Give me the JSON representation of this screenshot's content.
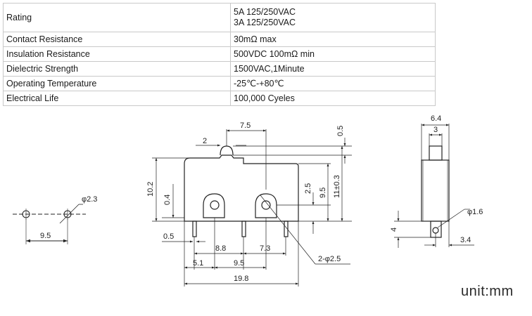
{
  "specs": [
    {
      "label": "Rating",
      "values": [
        "5A 125/250VAC",
        "3A 125/250VAC"
      ]
    },
    {
      "label": "Contact Resistance",
      "values": [
        "30mΩ max"
      ]
    },
    {
      "label": "Insulation Resistance",
      "values": [
        "500VDC 100mΩ min"
      ]
    },
    {
      "label": "Dielectric Strength",
      "values": [
        "1500VAC,1Minute"
      ]
    },
    {
      "label": "Operating Temperature",
      "values": [
        "-25℃-+80℃"
      ]
    },
    {
      "label": "Electrical Life",
      "values": [
        "100,000 Cyeles"
      ]
    }
  ],
  "drawing": {
    "pcb": {
      "hole_dia": "φ2.3",
      "spacing": "9.5"
    },
    "front": {
      "top_offset": "7.5",
      "actuator_offset": "2",
      "actuator_height": "0.5",
      "height": "10.2",
      "pin_offset": "0.4",
      "pin_thickness": "0.5",
      "hole_height": "2.5",
      "hole_to_top": "9.5",
      "total_height": "11±0.3",
      "pin_pitch_left": "8.8",
      "pin_pitch_right": "7.3",
      "pin_offset_left": "5.1",
      "pin_span": "9.5",
      "length": "19.8",
      "mount_holes": "2-φ2.5"
    },
    "side": {
      "width": "6.4",
      "actuator_width": "3",
      "pin_hole": "φ1.6",
      "pin_length": "4",
      "pin_offset": "3.4"
    }
  },
  "unit": "unit:mm"
}
